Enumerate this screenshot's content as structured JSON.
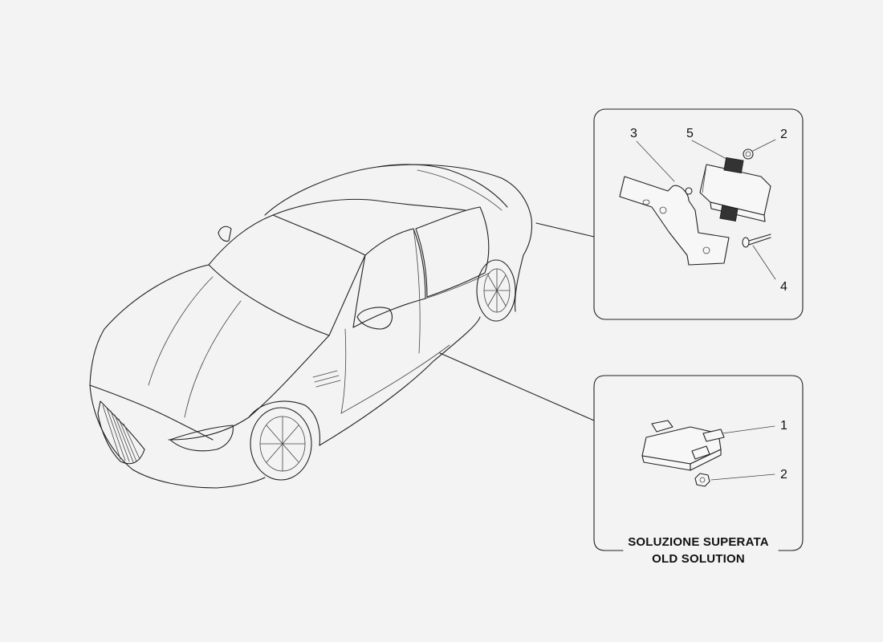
{
  "detail_upper": {
    "callouts": [
      "3",
      "5",
      "2",
      "4"
    ]
  },
  "detail_lower": {
    "callouts": [
      "1",
      "2"
    ],
    "caption_line1": "SOLUZIONE SUPERATA",
    "caption_line2": "OLD SOLUTION"
  }
}
